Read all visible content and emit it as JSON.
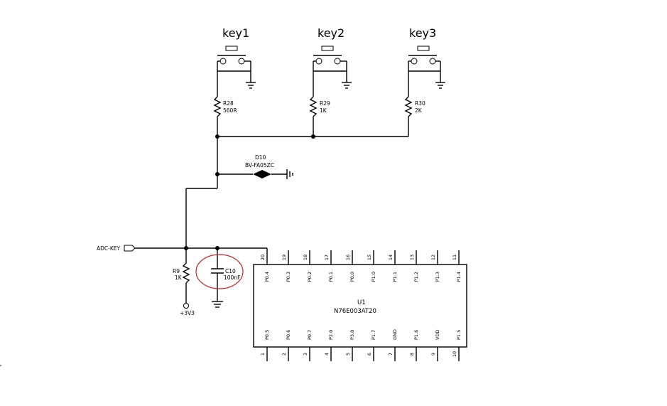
{
  "keys": [
    {
      "label": "key1",
      "resistor_ref": "R28",
      "resistor_value": "560R"
    },
    {
      "label": "key2",
      "resistor_ref": "R29",
      "resistor_value": "1K"
    },
    {
      "label": "key3",
      "resistor_ref": "R30",
      "resistor_value": "2K"
    }
  ],
  "diode": {
    "ref": "D10",
    "part": "BV-FA05ZC"
  },
  "net_label": "ADC-KEY",
  "pullup": {
    "ref": "R9",
    "value": "1K",
    "supply": "+3V3"
  },
  "capacitor": {
    "ref": "C10",
    "value": "100nF",
    "highlighted": true,
    "highlight_color": "#cc2222"
  },
  "ic": {
    "ref": "U1",
    "part": "N76E003AT20",
    "top_pins": [
      {
        "num": "20",
        "name": "P0.4"
      },
      {
        "num": "19",
        "name": "P0.3"
      },
      {
        "num": "18",
        "name": "P0.2"
      },
      {
        "num": "17",
        "name": "P0.1"
      },
      {
        "num": "16",
        "name": "P0.0"
      },
      {
        "num": "15",
        "name": "P1.0"
      },
      {
        "num": "14",
        "name": "P1.1"
      },
      {
        "num": "13",
        "name": "P1.2"
      },
      {
        "num": "12",
        "name": "P1.3"
      },
      {
        "num": "11",
        "name": "P1.4"
      }
    ],
    "bottom_pins": [
      {
        "num": "1",
        "name": "P0.5"
      },
      {
        "num": "2",
        "name": "P0.6"
      },
      {
        "num": "3",
        "name": "P0.7"
      },
      {
        "num": "4",
        "name": "P2.0"
      },
      {
        "num": "5",
        "name": "P3.0"
      },
      {
        "num": "6",
        "name": "P1.7"
      },
      {
        "num": "7",
        "name": "GND"
      },
      {
        "num": "8",
        "name": "P1.6"
      },
      {
        "num": "9",
        "name": "VDD"
      },
      {
        "num": "10",
        "name": "P1.5"
      }
    ]
  }
}
